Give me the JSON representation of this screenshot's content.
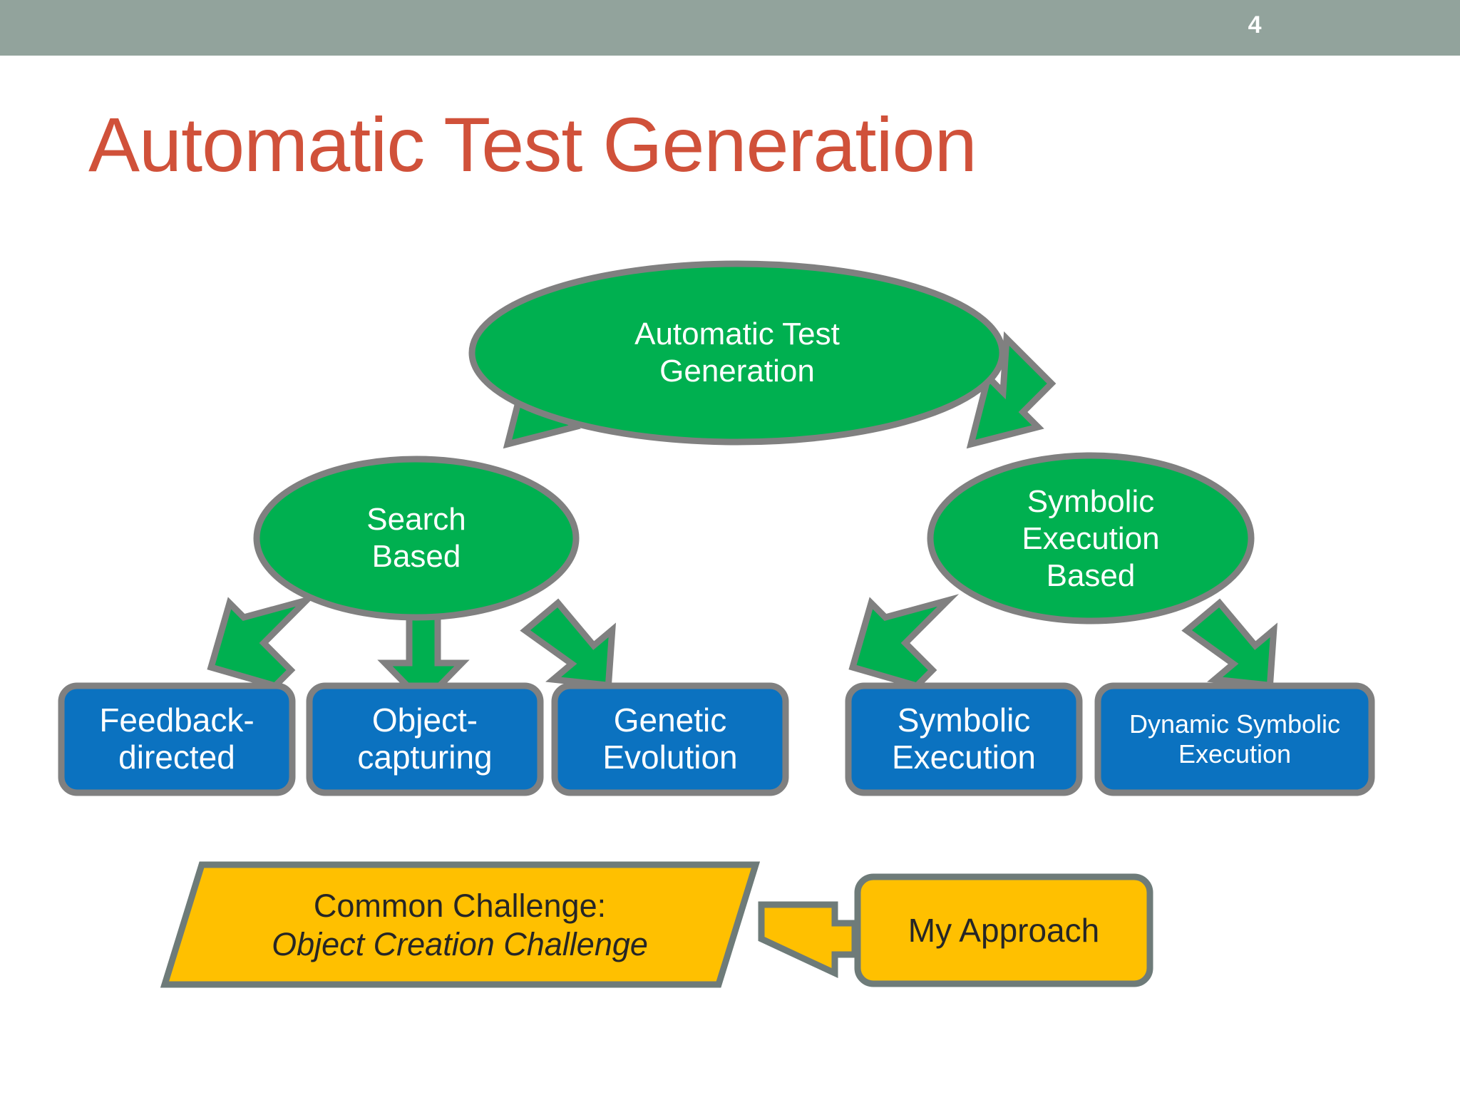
{
  "slide": {
    "page_number": "4",
    "title": "Automatic Test Generation",
    "header_color": "#92A39C",
    "title_color": "#D0513A",
    "background_color": "#FFFFFF"
  },
  "palette": {
    "green_fill": "#00B050",
    "blue_fill": "#0B72C0",
    "yellow_fill": "#FFC000",
    "outline_gray": "#808080",
    "node_text_light": "#FFFFFF",
    "node_text_dark": "#262626"
  },
  "diagram": {
    "type": "tree",
    "root": {
      "id": "automatic-test-generation",
      "shape": "ellipse",
      "label": "Automatic Test\nGeneration",
      "fill": "#00B050",
      "text_color": "#FFFFFF"
    },
    "branches": [
      {
        "id": "search-based",
        "shape": "ellipse",
        "label": "Search\nBased",
        "fill": "#00B050",
        "text_color": "#FFFFFF",
        "leaves": [
          {
            "id": "feedback-directed",
            "shape": "rounded-rect",
            "label": "Feedback-\ndirected",
            "fill": "#0B72C0",
            "text_color": "#FFFFFF",
            "size": "normal"
          },
          {
            "id": "object-capturing",
            "shape": "rounded-rect",
            "label": "Object-\ncapturing",
            "fill": "#0B72C0",
            "text_color": "#FFFFFF",
            "size": "normal"
          },
          {
            "id": "genetic-evolution",
            "shape": "rounded-rect",
            "label": "Genetic\nEvolution",
            "fill": "#0B72C0",
            "text_color": "#FFFFFF",
            "size": "normal"
          }
        ]
      },
      {
        "id": "symbolic-execution-based",
        "shape": "ellipse",
        "label": "Symbolic\nExecution\nBased",
        "fill": "#00B050",
        "text_color": "#FFFFFF",
        "leaves": [
          {
            "id": "symbolic-execution",
            "shape": "rounded-rect",
            "label": "Symbolic\nExecution",
            "fill": "#0B72C0",
            "text_color": "#FFFFFF",
            "size": "normal"
          },
          {
            "id": "dynamic-symbolic-execution",
            "shape": "rounded-rect",
            "label": "Dynamic Symbolic\nExecution",
            "fill": "#0B72C0",
            "text_color": "#FFFFFF",
            "size": "small"
          }
        ]
      }
    ],
    "callouts": {
      "common_challenge": {
        "id": "common-challenge",
        "shape": "parallelogram",
        "line1": "Common Challenge:",
        "line2": "Object Creation Challenge",
        "line2_style": "italic",
        "fill": "#FFC000",
        "text_color": "#262626"
      },
      "my_approach": {
        "id": "my-approach",
        "shape": "rounded-rect",
        "label": "My Approach",
        "fill": "#FFC000",
        "text_color": "#262626"
      },
      "connector": {
        "id": "approach-to-challenge-arrow",
        "shape": "left-block-arrow",
        "fill": "#FFC000",
        "direction": "left"
      }
    },
    "arrow_style": {
      "fill": "#00B050",
      "outline": "#808080",
      "type": "block-arrow"
    }
  }
}
